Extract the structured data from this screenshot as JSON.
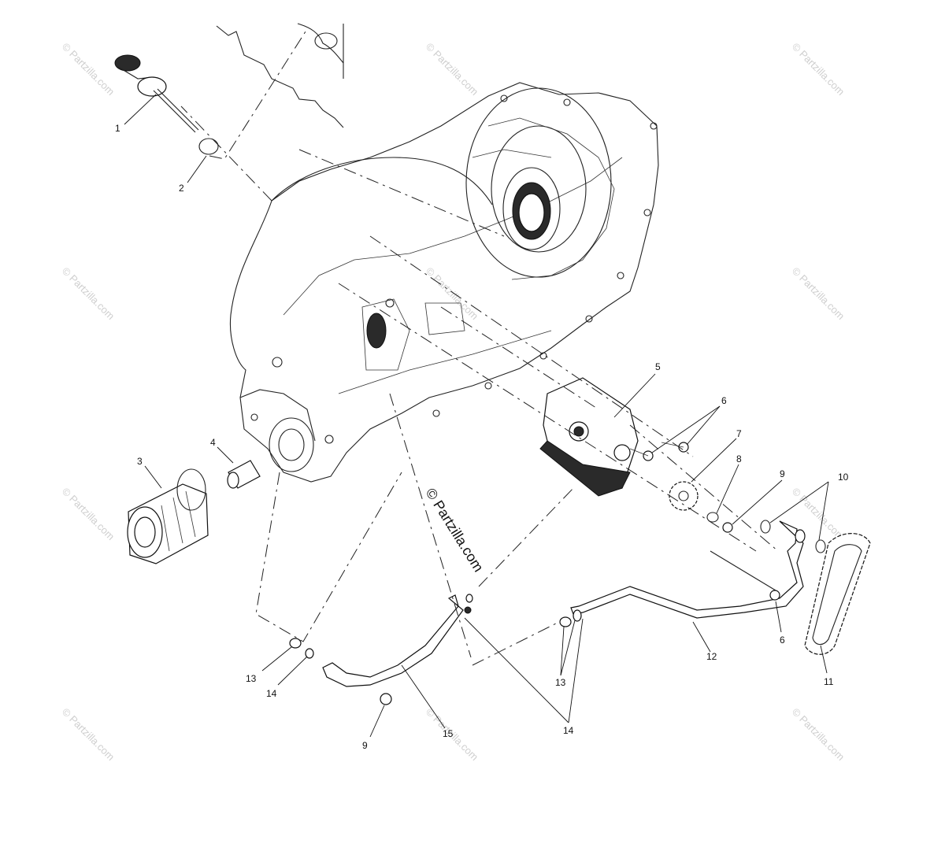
{
  "diagram": {
    "watermark_main": "© Partzilla.com",
    "watermark_small": "© Partzilla.com",
    "callouts": [
      {
        "id": "c1",
        "text": "1"
      },
      {
        "id": "c2",
        "text": "2"
      },
      {
        "id": "c3",
        "text": "3"
      },
      {
        "id": "c4",
        "text": "4"
      },
      {
        "id": "c5",
        "text": "5"
      },
      {
        "id": "c6a",
        "text": "6"
      },
      {
        "id": "c6b",
        "text": "6"
      },
      {
        "id": "c7",
        "text": "7"
      },
      {
        "id": "c8",
        "text": "8"
      },
      {
        "id": "c9a",
        "text": "9"
      },
      {
        "id": "c9b",
        "text": "9"
      },
      {
        "id": "c10",
        "text": "10"
      },
      {
        "id": "c11",
        "text": "11"
      },
      {
        "id": "c12",
        "text": "12"
      },
      {
        "id": "c13a",
        "text": "13"
      },
      {
        "id": "c13b",
        "text": "13"
      },
      {
        "id": "c14a",
        "text": "14"
      },
      {
        "id": "c14b",
        "text": "14"
      },
      {
        "id": "c15",
        "text": "15"
      }
    ]
  }
}
